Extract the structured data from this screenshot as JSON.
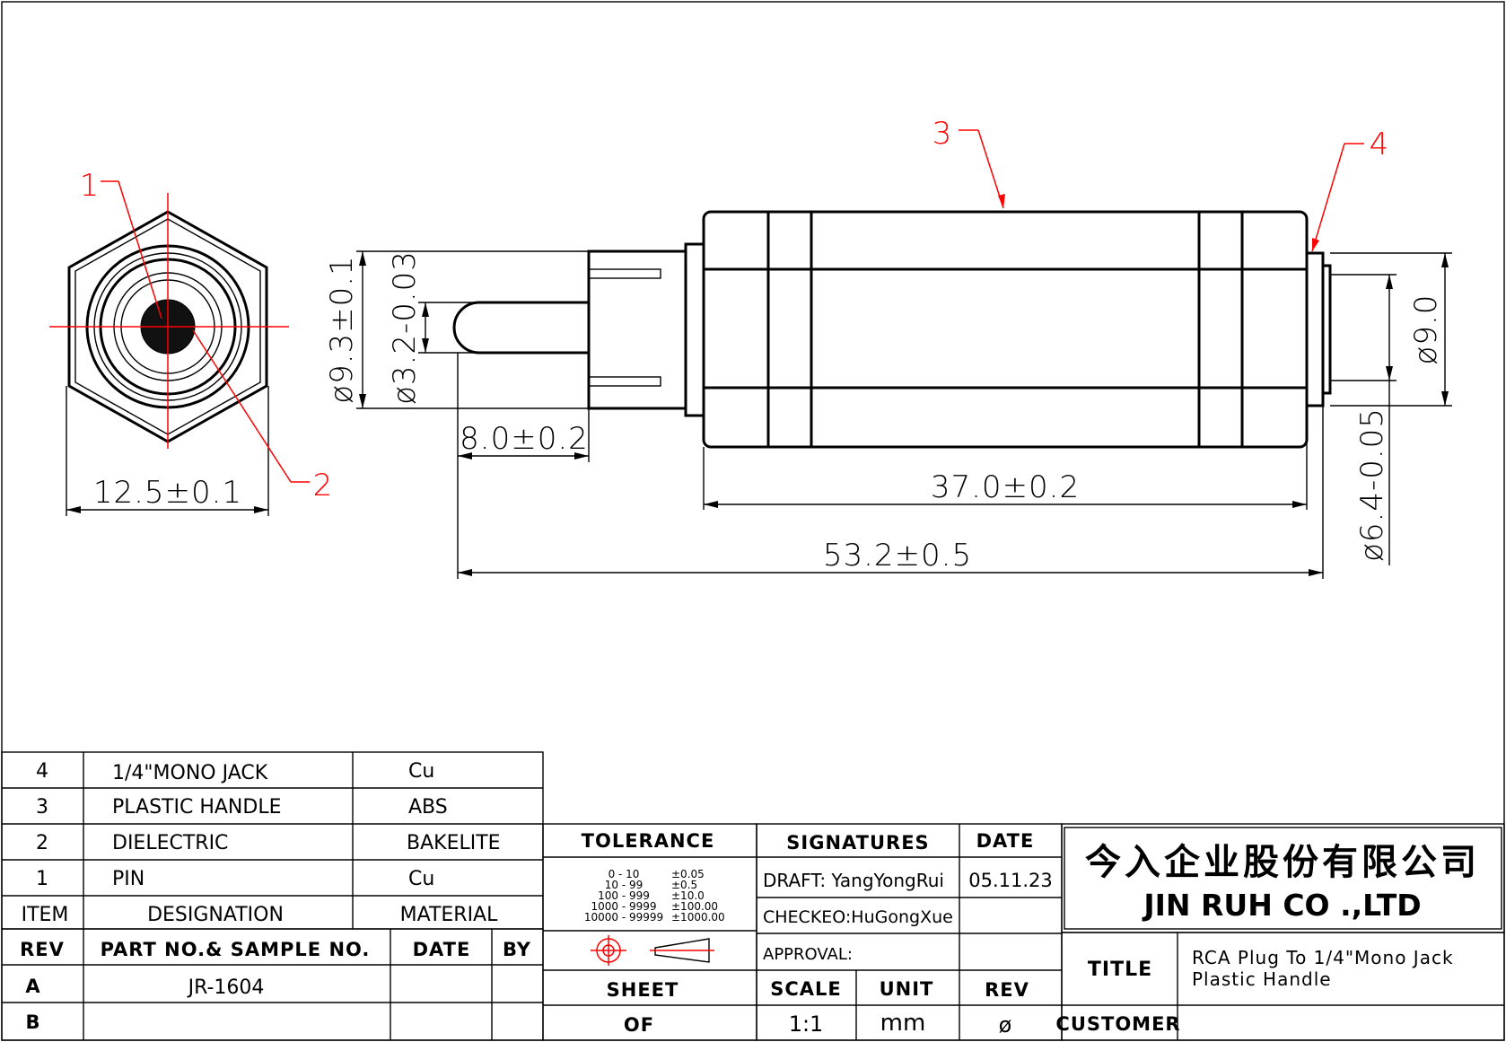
{
  "balloons": {
    "b1": "1",
    "b2": "2",
    "b3": "3",
    "b4": "4"
  },
  "dims": {
    "hex_width": "12.5±0.1",
    "body_dia": "ø9.3±0.1",
    "pin_dia": "ø3.2-0.03",
    "pin_len": "8.0±0.2",
    "handle_len": "37.0±0.2",
    "total_len": "53.2±0.5",
    "jack_dia": "ø9.0",
    "jack_hole": "ø6.4-0.05"
  },
  "bom": {
    "rows": [
      {
        "item": "4",
        "designation": "1/4\"MONO  JACK",
        "material": "Cu"
      },
      {
        "item": "3",
        "designation": "PLASTIC  HANDLE",
        "material": "ABS"
      },
      {
        "item": "2",
        "designation": "DIELECTRIC",
        "material": "BAKELITE"
      },
      {
        "item": "1",
        "designation": "PIN",
        "material": "Cu"
      }
    ],
    "header": {
      "item": "ITEM",
      "designation": "DESIGNATION",
      "material": "MATERIAL"
    }
  },
  "rev_table": {
    "header": {
      "rev": "REV",
      "part": "PART NO.& SAMPLE NO.",
      "date": "DATE",
      "by": "BY"
    },
    "rows": [
      {
        "rev": "A",
        "part": "JR-1604"
      },
      {
        "rev": "B",
        "part": ""
      }
    ]
  },
  "tolerance": {
    "title": "TOLERANCE",
    "rows": [
      {
        "range": "0  -  10",
        "tol": "±0.05"
      },
      {
        "range": "10  -  99",
        "tol": "±0.5"
      },
      {
        "range": "100  -  999",
        "tol": "±10.0"
      },
      {
        "range": "1000  -  9999",
        "tol": "±100.00"
      },
      {
        "range": "10000  -  99999",
        "tol": "±1000.00"
      }
    ],
    "sheet_label": "SHEET",
    "of_label": "OF"
  },
  "signatures": {
    "title": "SIGNATURES",
    "date_title": "DATE",
    "draft": "DRAFT: YangYongRui",
    "draft_date": "05.11.23",
    "checked": "CHECKEO:HuGongXue",
    "approval": "APPROVAL:",
    "scale_label": "SCALE",
    "unit_label": "UNIT",
    "rev_label": "REV",
    "scale": "1:1",
    "unit": "mm",
    "rev": "ø"
  },
  "company": {
    "chinese": "今入企业股份有限公司",
    "english": "JIN  RUH  CO .,LTD"
  },
  "title_block": {
    "title_label": "TITLE",
    "title_line1": "RCA Plug To 1/4\"Mono Jack",
    "title_line2": "Plastic Handle",
    "customer_label": "CUSTOMER",
    "customer": ""
  }
}
